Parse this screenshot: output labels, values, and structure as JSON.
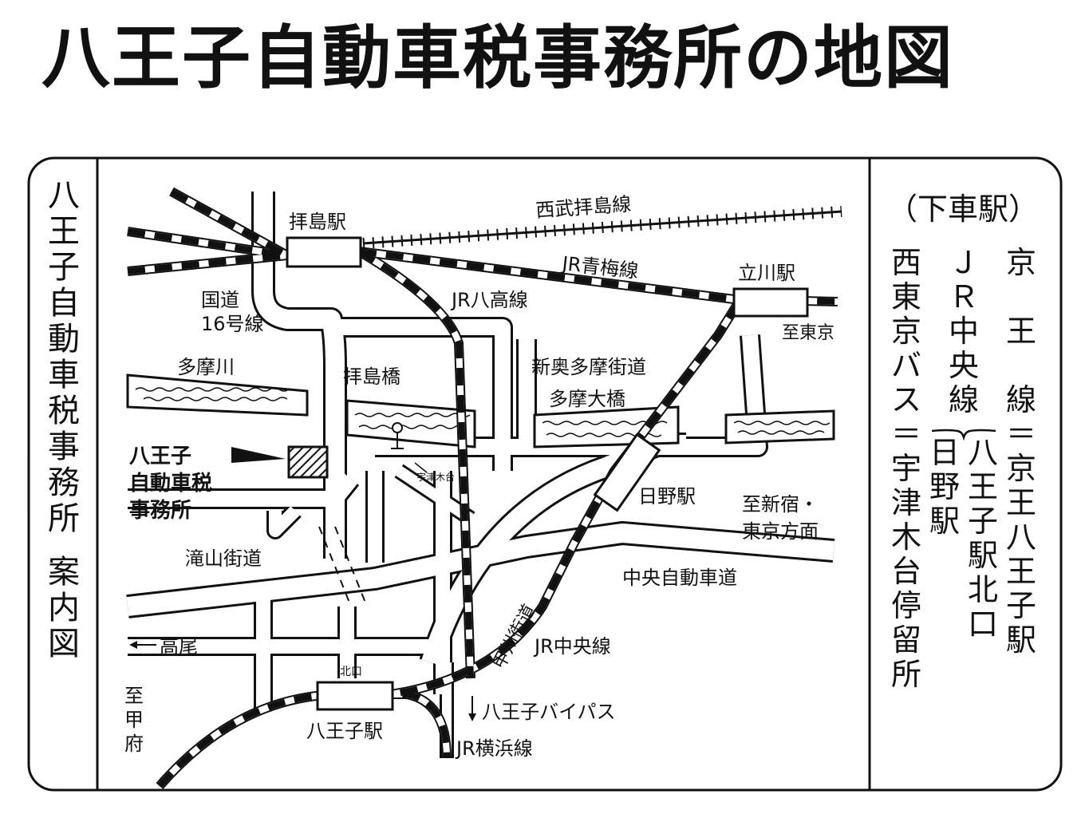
{
  "title": "八王子自動車税事務所の地図",
  "side_title": "八王子自動車税事務所　案内図",
  "stations": {
    "haijima": "拝島駅",
    "tachikawa": "立川駅",
    "hino": "日野駅",
    "hachioji": "八王子駅",
    "kitaguchi": "北口"
  },
  "rail_lines": {
    "seibu_haijima": "西武拝島線",
    "ome": "JR青梅線",
    "hachiko": "JR八高線",
    "chuo": "JR中央線",
    "yokohama": "JR横浜線"
  },
  "roads": {
    "route16": "国道\n16号線",
    "shin_okutama": "新奥多摩街道",
    "takiyama": "滝山街道",
    "chuo_expressway": "中央自動車道",
    "koshu": "甲州街道",
    "bypass": "八王子バイパス"
  },
  "places": {
    "tamagawa": "多摩川",
    "haijima_bridge": "拝島橋",
    "tama_ohashi": "多摩大橋",
    "utsukidai_stop": "宇津木台",
    "office": "八王子\n自動車税\n事務所"
  },
  "directions": {
    "to_tokyo": "至東京",
    "to_shinjuku": "至新宿・\n東京方面",
    "takao": "高尾",
    "to_kofu": "至\n甲\n府"
  },
  "access": {
    "heading": "（下車駅）",
    "keio": "京　王　線＝京王八王子駅",
    "jr_chuo": "ＪＲ中央線",
    "jr_stations": "八王子駅北口\n日野駅",
    "bus": "西東京バス＝宇津木台停留所"
  },
  "colors": {
    "ink": "#111111",
    "paper": "#ffffff"
  }
}
